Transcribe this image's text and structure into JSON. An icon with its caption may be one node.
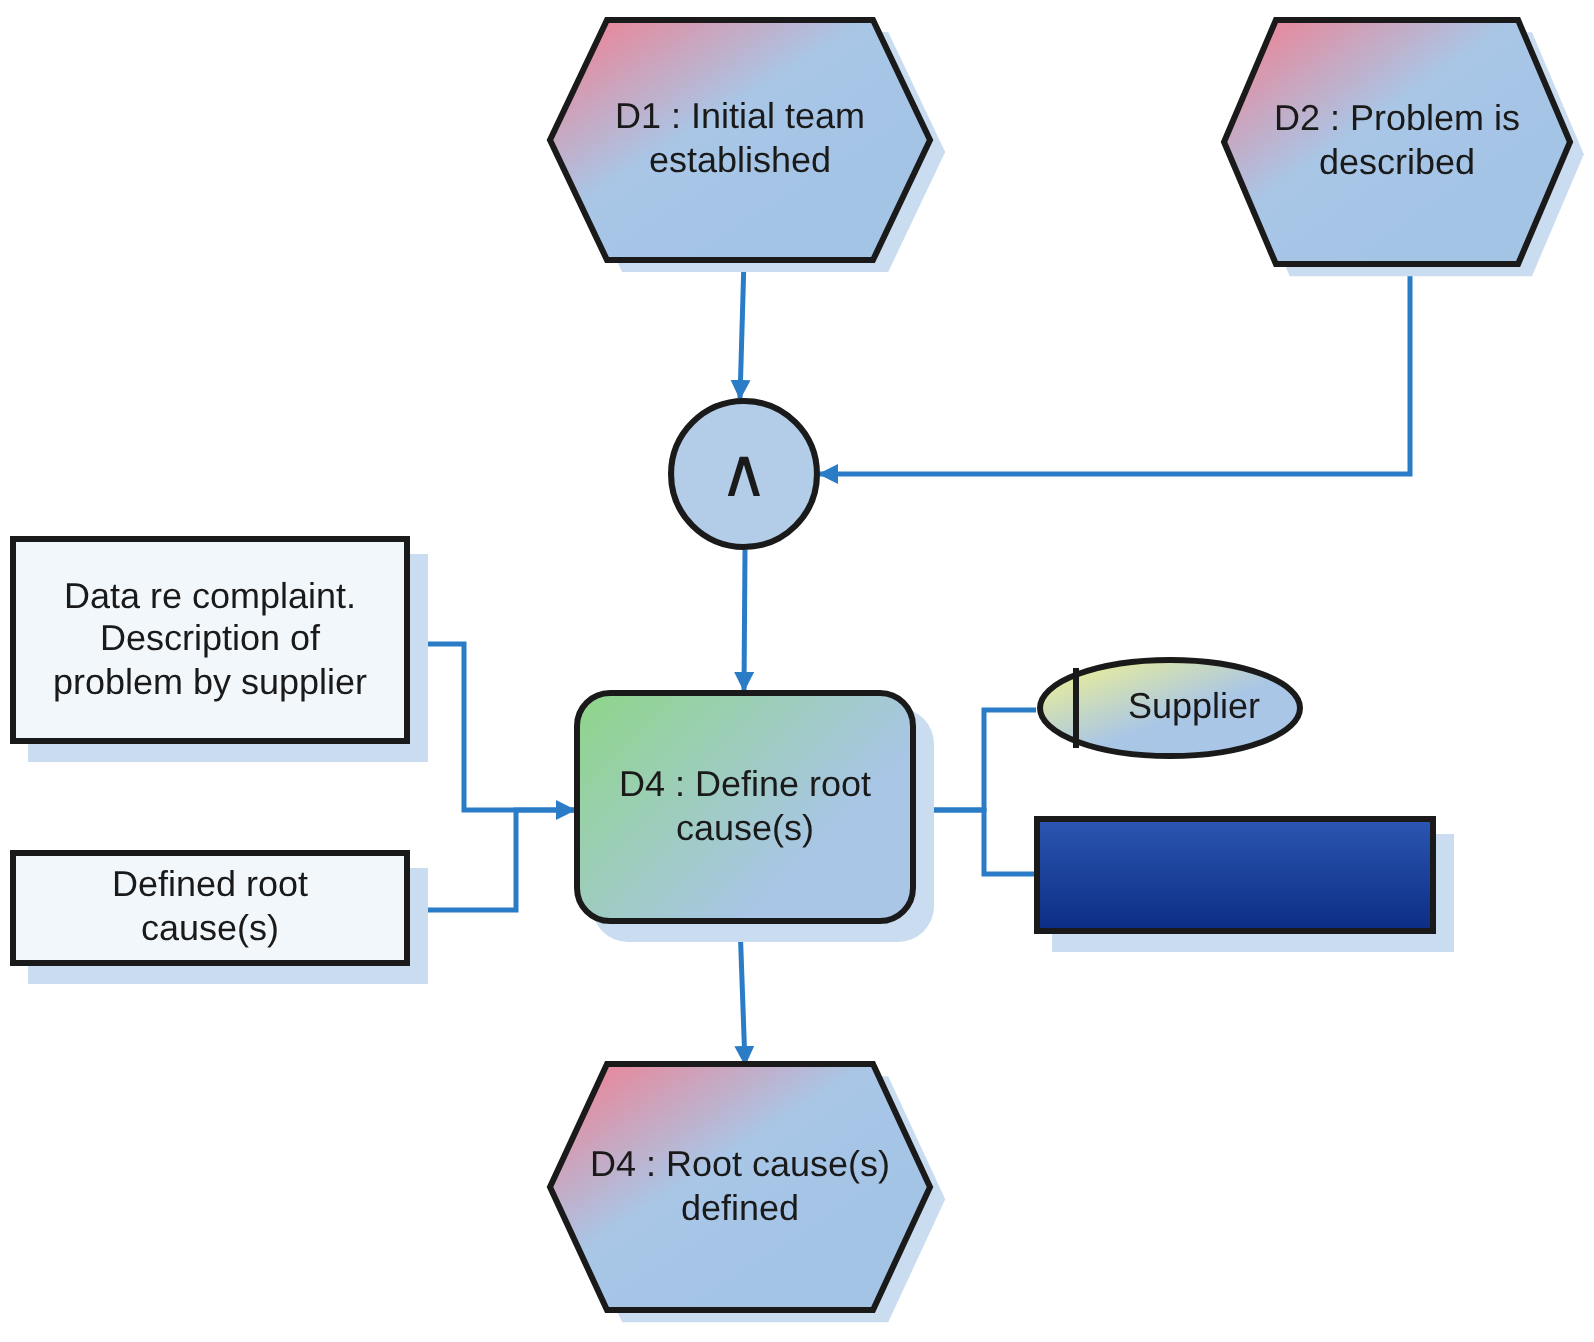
{
  "diagram": {
    "nodes": [
      {
        "text": [
          "D1 : Initial team established"
        ]
      },
      {
        "text": [
          "D2 : Problem is described"
        ]
      },
      {
        "text": [
          "∧"
        ]
      },
      {
        "text": [
          "Data re complaint. Description of problem by supplier"
        ]
      },
      {
        "text": [
          "D4 : Define root cause(s)"
        ]
      },
      {
        "text": [
          "Defined root cause(s)"
        ]
      },
      {
        "text": [
          "Supplier"
        ]
      },
      {
        "text": [],
        "shape": "box"
      },
      {
        "text": [
          "D4 : Root cause(s) defined"
        ]
      }
    ],
    "edges": [
      {
        "from": 0,
        "to": 2,
        "arrow": "to"
      },
      {
        "from": 1,
        "to": 2,
        "arrow": "to"
      },
      {
        "from": 2,
        "to": 4,
        "arrow": "to"
      },
      {
        "from": 3,
        "to": 4,
        "arrow": "to"
      },
      {
        "from": 4,
        "to": 5,
        "arrow": "to"
      },
      {
        "from": 4,
        "to": 6,
        "arrow": "none"
      },
      {
        "from": 4,
        "to": 7,
        "arrow": "none"
      },
      {
        "from": 4,
        "to": 8,
        "arrow": "to"
      }
    ]
  }
}
